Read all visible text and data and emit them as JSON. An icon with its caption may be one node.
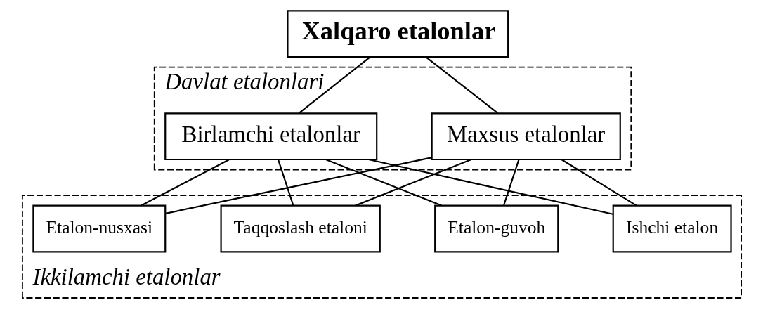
{
  "diagram": {
    "nodes": [
      {
        "text": [
          "Xalqaro etalonlar"
        ]
      },
      {
        "text": [
          "Davlat etalonlari"
        ]
      },
      {
        "text": [
          "Birlamchi etalonlar"
        ],
        "in": 1
      },
      {
        "text": [
          "Maxsus etalonlar"
        ],
        "in": 1
      },
      {
        "text": [
          "Ikkilamchi etalonlar"
        ]
      },
      {
        "text": [
          "Etalon-nusxasi"
        ],
        "in": 4
      },
      {
        "text": [
          "Taqqoslash etaloni"
        ],
        "in": 4
      },
      {
        "text": [
          "Etalon-guvoh"
        ],
        "in": 4
      },
      {
        "text": [
          "Ishchi etalon"
        ],
        "in": 4
      }
    ],
    "edges": [
      {
        "from": 0,
        "to": 2,
        "arrow": "none"
      },
      {
        "from": 0,
        "to": 3,
        "arrow": "none"
      },
      {
        "from": 2,
        "to": 5,
        "arrow": "none"
      },
      {
        "from": 2,
        "to": 6,
        "arrow": "none"
      },
      {
        "from": 2,
        "to": 7,
        "arrow": "none"
      },
      {
        "from": 2,
        "to": 8,
        "arrow": "none"
      },
      {
        "from": 3,
        "to": 5,
        "arrow": "none"
      },
      {
        "from": 3,
        "to": 6,
        "arrow": "none"
      },
      {
        "from": 3,
        "to": 7,
        "arrow": "none"
      },
      {
        "from": 3,
        "to": 8,
        "arrow": "none"
      }
    ]
  }
}
